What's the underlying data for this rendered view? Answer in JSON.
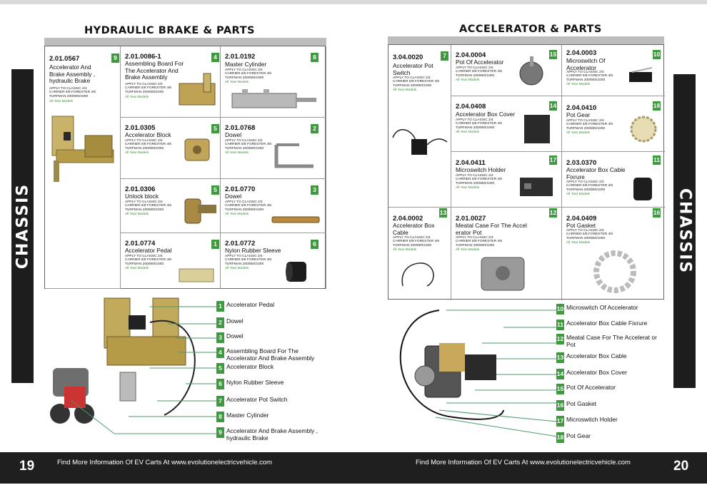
{
  "left": {
    "title": "HYDRAULIC BRAKE & PARTS",
    "side_tab": "CHASSIS",
    "page_number": "19",
    "footer": "Find More Information Of EV Carts At www.evolutionelectricvehicle.com",
    "parts": [
      {
        "code": "2.01.0567",
        "name": "Accelerator And Brake Assembly , hydraulic Brake",
        "num": "9",
        "apply": "APPLY TO CLASSIC 2/4\nCARRIER 6/8 FORESTER 4/6\nTURFMAN 200/800/1000",
        "years": "All Year Models"
      },
      {
        "code": "2.01.0086-1",
        "name": "Assembling Board For The Accelerator And Brake Assembly",
        "num": "4",
        "apply": "APPLY TO CLASSIC 2/4\nCARRIER 6/8 FORESTER 4/6\nTURFMAN 200/800/1000",
        "years": "All Year Models"
      },
      {
        "code": "2.01.0192",
        "name": "Master Cylinder",
        "num": "8",
        "apply": "APPLY TO CLASSIC 2/4\nCARRIER 6/8 FORESTER 4/6\nTURFMAN 200/800/1000",
        "years": "All Year Models"
      },
      {
        "code": "2.01.0305",
        "name": "Accelerator Block",
        "num": "5",
        "apply": "APPLY TO CLASSIC 2/4\nCARRIER 6/8 FORESTER 4/6\nTURFMAN 200/800/1000",
        "years": "All Year Models"
      },
      {
        "code": "2.01.0768",
        "name": "Dowel",
        "num": "2",
        "apply": "APPLY TO CLASSIC 2/4\nCARRIER 6/8 FORESTER 4/6\nTURFMAN 200/800/1000",
        "years": "All Year Models"
      },
      {
        "code": "2.01.0306",
        "name": "Unlock block",
        "num": "5",
        "apply": "APPLY TO CLASSIC 2/4\nCARRIER 6/8 FORESTER 4/6\nTURFMAN 200/800/1000",
        "years": "All Year Models"
      },
      {
        "code": "2.01.0770",
        "name": "Dowel",
        "num": "3",
        "apply": "APPLY TO CLASSIC 2/4\nCARRIER 6/8 FORESTER 4/6\nTURFMAN 200/800/1000",
        "years": "All Year Models"
      },
      {
        "code": "2.01.0774",
        "name": "Accelerator Pedal",
        "num": "1",
        "apply": "APPLY TO CLASSIC 2/4\nCARRIER 6/8 FORESTER 4/6\nTURFMAN 200/800/1000",
        "years": "All Year Models"
      },
      {
        "code": "2.01.0772",
        "name": "Nylon Rubber Sleeve",
        "num": "6",
        "apply": "APPLY TO CLASSIC 2/4\nCARRIER 6/8 FORESTER 4/6\nTURFMAN 200/800/1000",
        "years": "All Year Models"
      }
    ],
    "legend": [
      {
        "num": "1",
        "label": "Accelerator Pedal"
      },
      {
        "num": "2",
        "label": "Dowel"
      },
      {
        "num": "3",
        "label": "Dowel"
      },
      {
        "num": "4",
        "label": "Assembling Board For The Accelerator And Brake Assembly"
      },
      {
        "num": "5",
        "label": "Accelerator Block"
      },
      {
        "num": "6",
        "label": "Nylon Rubber Sleeve"
      },
      {
        "num": "7",
        "label": "Accelerator Pot Switch"
      },
      {
        "num": "8",
        "label": "Master Cylinder"
      },
      {
        "num": "9",
        "label": "Accelerator And Brake Assembly , hydraulic Brake"
      }
    ]
  },
  "right": {
    "title": "ACCELERATOR & PARTS",
    "side_tab": "CHASSIS",
    "page_number": "20",
    "footer": "Find More Information Of EV Carts At www.evolutionelectricvehicle.com",
    "parts": [
      {
        "code": "3.04.0020",
        "name": "Accelerator Pot Switch",
        "num": "7",
        "apply": "APPLY TO CLASSIC 2/4\nCARRIER 6/8 FORESTER 4/6\nTURFMAN 200/800/1000",
        "years": "All Year Models"
      },
      {
        "code": "2.04.0004",
        "name": "Pot Of Accelerator",
        "num": "15",
        "apply": "APPLY TO CLASSIC 2/4\nCARRIER 6/8 FORESTER 4/6\nTURFMAN 200/800/1000",
        "years": "All Year Models"
      },
      {
        "code": "2.04.0003",
        "name": "Microswitch Of Accelerator",
        "num": "10",
        "apply": "APPLY TO CLASSIC 2/4\nCARRIER 6/8 FORESTER 4/6\nTURFMAN 200/800/1000",
        "years": "All Year Models"
      },
      {
        "code": "2.04.0408",
        "name": "Accelerator Box Cover",
        "num": "14",
        "apply": "APPLY TO CLASSIC 2/4\nCARRIER 6/8 FORESTER 4/6\nTURFMAN 200/800/1000",
        "years": "All Year Models"
      },
      {
        "code": "2.04.0410",
        "name": "Pot Gear",
        "num": "18",
        "apply": "APPLY TO CLASSIC 2/4\nCARRIER 6/8 FORESTER 4/6\nTURFMAN 200/800/1000",
        "years": "All Year Models"
      },
      {
        "code": "2.04.0411",
        "name": "Microswitch Holder",
        "num": "17",
        "apply": "APPLY TO CLASSIC 2/4\nCARRIER 6/8 FORESTER 4/6\nTURFMAN 200/800/1000",
        "years": "All Year Models"
      },
      {
        "code": "2.03.0370",
        "name": "Accelerator Box Cable Fixrure",
        "num": "11",
        "apply": "APPLY TO CLASSIC 2/4\nCARRIER 6/8 FORESTER 4/6\nTURFMAN 200/800/1000",
        "years": "All Year Models"
      },
      {
        "code": "2.04.0002",
        "name": "Accelerator Box Cable",
        "num": "13",
        "apply": "APPLY TO CLASSIC 2/4\nCARRIER 6/8 FORESTER 4/6\nTURFMAN 200/800/1000",
        "years": "All Year Models"
      },
      {
        "code": "2.01.0027",
        "name": "Meatal Case For The Accel erator Pot",
        "num": "12",
        "apply": "APPLY TO CLASSIC 2/4\nCARRIER 6/8 FORESTER 4/6\nTURFMAN 200/800/1000",
        "years": "All Year Models"
      },
      {
        "code": "2.04.0409",
        "name": "Pot Gasket",
        "num": "16",
        "apply": "APPLY TO CLASSIC 2/4\nCARRIER 6/8 FORESTER 4/6\nTURFMAN 200/800/1000",
        "years": "All Year Models"
      }
    ],
    "legend": [
      {
        "num": "10",
        "label": "Microswitch Of Accelerator"
      },
      {
        "num": "11",
        "label": "Accelerator Box Cable Fixrure"
      },
      {
        "num": "12",
        "label": "Meatal Case For The Accelerat or Pot"
      },
      {
        "num": "13",
        "label": "Accelerator Box Cable"
      },
      {
        "num": "14",
        "label": "Accelerator Box Cover"
      },
      {
        "num": "15",
        "label": "Pot Of Accelerator"
      },
      {
        "num": "16",
        "label": "Pot Gasket"
      },
      {
        "num": "17",
        "label": "Microswitch Holder"
      },
      {
        "num": "18",
        "label": "Pot Gear"
      }
    ]
  }
}
